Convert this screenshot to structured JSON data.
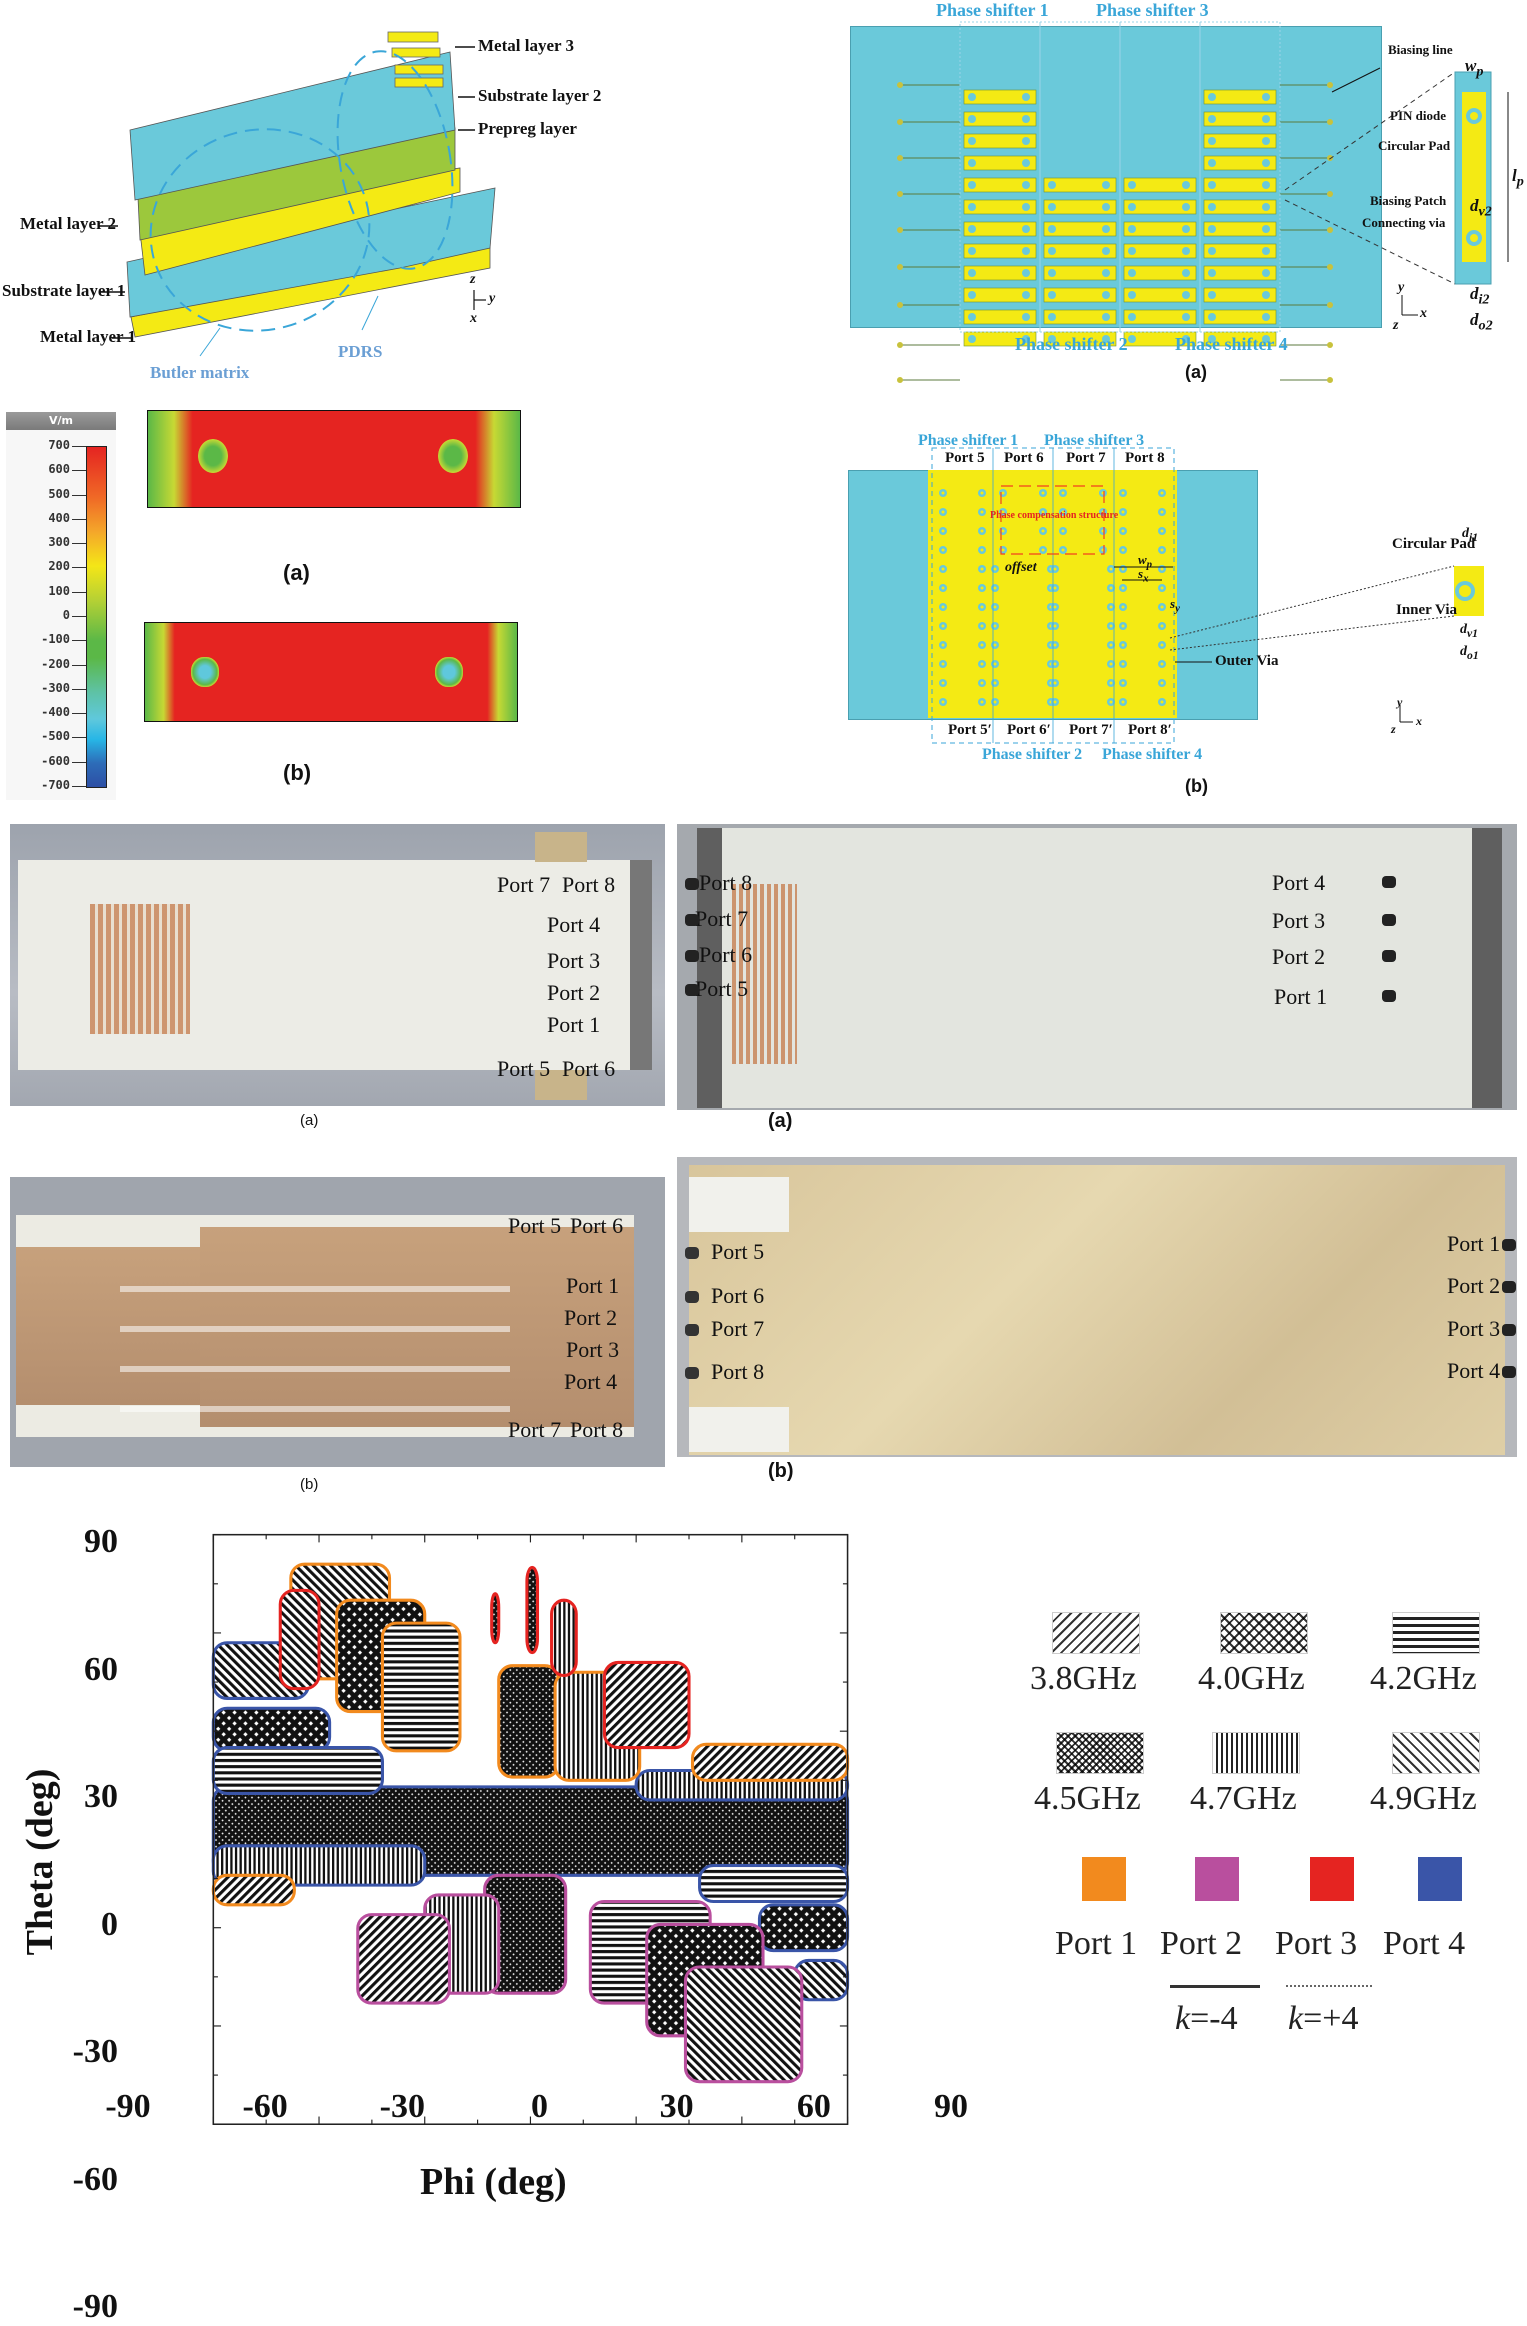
{
  "panel_layers": {
    "labels": {
      "metal3": "Metal layer 3",
      "substrate2": "Substrate layer 2",
      "prepreg": "Prepreg layer",
      "metal2": "Metal layer 2",
      "substrate1": "Substrate layer 1",
      "metal1": "Metal layer 1",
      "butler": "Butler matrix",
      "pdrs": "PDRS"
    },
    "axes": {
      "z": "z",
      "y": "y",
      "x": "x"
    }
  },
  "panel_phase_a": {
    "labels": {
      "ps1": "Phase shifter 1",
      "ps2": "Phase shifter 2",
      "ps3": "Phase shifter 3",
      "ps4": "Phase shifter 4",
      "biasing_line": "Biasing line",
      "pin_diode": "PIN diode",
      "circular_pad": "Circular Pad",
      "biasing_patch": "Biasing Patch",
      "connecting_via": "Connecting via",
      "wp": "w",
      "wp_sub": "p",
      "lp": "l",
      "lp_sub": "p",
      "dv2": "d",
      "dv2_sub": "v2",
      "di2": "d",
      "di2_sub": "i2",
      "do2": "d",
      "do2_sub": "o2"
    },
    "axes": {
      "y": "y",
      "x": "x",
      "z": "z"
    },
    "caption": "(a)"
  },
  "panel_field": {
    "colorbar_header": "V/m",
    "colorbar_ticks": [
      "700",
      "600",
      "500",
      "400",
      "300",
      "200",
      "100",
      "0",
      "-100",
      "-200",
      "-300",
      "-400",
      "-500",
      "-600",
      "-700"
    ],
    "colors": {
      "max": "#e52421",
      "mid": "#5bb847",
      "min": "#2d4fa5"
    },
    "caption_a": "(a)",
    "caption_b": "(b)"
  },
  "panel_phase_b": {
    "labels": {
      "ps1": "Phase shifter 1",
      "ps3": "Phase shifter 3",
      "ps2": "Phase shifter 2",
      "ps4": "Phase shifter 4",
      "top_ports": [
        "Port 5",
        "Port 6",
        "Port 7",
        "Port 8"
      ],
      "bottom_ports": [
        "Port 5′",
        "Port 6′",
        "Port 7′",
        "Port 8′"
      ],
      "phase_comp": "Phase compensation structure",
      "offset": "offset",
      "wp": "w",
      "wp_sub": "p",
      "sx": "s",
      "sx_sub": "x",
      "sy": "s",
      "sy_sub": "y",
      "circular_pad": "Circular Pad",
      "inner_via": "Inner Via",
      "outer_via": "Outer Via",
      "di1": "d",
      "di1_sub": "i1",
      "dv1": "d",
      "dv1_sub": "v1",
      "do1": "d",
      "do1_sub": "o1"
    },
    "axes": {
      "y": "y",
      "x": "x",
      "z": "z"
    },
    "caption": "(b)"
  },
  "photos": {
    "top_left": {
      "ports": {
        "p7": "Port 7",
        "p8": "Port 8",
        "p4": "Port 4",
        "p3": "Port 3",
        "p2": "Port 2",
        "p1": "Port 1",
        "p5": "Port 5",
        "p6": "Port 6"
      },
      "caption": "(a)"
    },
    "top_right": {
      "ports_left": [
        "Port 8",
        "Port 7",
        "Port 6",
        "Port 5"
      ],
      "ports_right": [
        "Port 4",
        "Port 3",
        "Port 2",
        "Port 1"
      ],
      "caption": "(a)"
    },
    "bottom_left": {
      "ports": {
        "p5": "Port 5",
        "p6": "Port 6",
        "p1": "Port 1",
        "p2": "Port 2",
        "p3": "Port 3",
        "p4": "Port 4",
        "p7": "Port 7",
        "p8": "Port 8"
      },
      "caption": "(b)"
    },
    "bottom_right": {
      "ports_left": [
        "Port 5",
        "Port 6",
        "Port 7",
        "Port 8"
      ],
      "ports_right": [
        "Port 1",
        "Port 2",
        "Port 3",
        "Port 4"
      ],
      "caption": "(b)"
    }
  },
  "chart_data": {
    "type": "scatter",
    "title": "",
    "xlabel": "Phi (deg)",
    "ylabel": "Theta (deg)",
    "xlim": [
      -90,
      90
    ],
    "ylim": [
      -90,
      90
    ],
    "x_ticks": [
      "-90",
      "-60",
      "-30",
      "0",
      "30",
      "60",
      "90"
    ],
    "y_ticks": [
      "90",
      "60",
      "30",
      "0",
      "-30",
      "-60",
      "-90"
    ],
    "grid": false,
    "legend_position": "right",
    "frequency_legend": [
      {
        "label": "3.8GHz",
        "pattern": "diagonal-forward"
      },
      {
        "label": "4.0GHz",
        "pattern": "crosshatch"
      },
      {
        "label": "4.2GHz",
        "pattern": "horizontal"
      },
      {
        "label": "4.5GHz",
        "pattern": "dense-crosshatch"
      },
      {
        "label": "4.7GHz",
        "pattern": "vertical"
      },
      {
        "label": "4.9GHz",
        "pattern": "diagonal-backward"
      }
    ],
    "port_legend": [
      {
        "label": "Port 1",
        "color": "#f28a1e"
      },
      {
        "label": "Port 2",
        "color": "#b94f9e"
      },
      {
        "label": "Port 3",
        "color": "#e52421"
      },
      {
        "label": "Port 4",
        "color": "#3a55a8"
      }
    ],
    "line_legend": [
      {
        "label": "k=-4",
        "k": "k",
        "val": "=-4",
        "style": "solid"
      },
      {
        "label": "k=+4",
        "k": "k",
        "val": "=+4",
        "style": "dotted"
      }
    ],
    "regions": [
      {
        "port": "Port 4",
        "freq": "4.5GHz",
        "phi_range": [
          -90,
          90
        ],
        "theta_range": [
          -14,
          13
        ]
      },
      {
        "port": "Port 4",
        "freq": "3.8GHz",
        "phi_range": [
          -90,
          -63
        ],
        "theta_range": [
          40,
          57
        ]
      },
      {
        "port": "Port 4",
        "freq": "4.0GHz",
        "phi_range": [
          -90,
          -57
        ],
        "theta_range": [
          24,
          37
        ]
      },
      {
        "port": "Port 4",
        "freq": "4.2GHz",
        "phi_range": [
          -90,
          -42
        ],
        "theta_range": [
          11,
          25
        ]
      },
      {
        "port": "Port 4",
        "freq": "4.7GHz",
        "phi_range": [
          -90,
          -30
        ],
        "theta_range": [
          -17,
          -5
        ]
      },
      {
        "port": "Port 4",
        "freq": "4.7GHz",
        "phi_range": [
          30,
          90
        ],
        "theta_range": [
          9,
          18
        ]
      },
      {
        "port": "Port 4",
        "freq": "4.2GHz",
        "phi_range": [
          48,
          90
        ],
        "theta_range": [
          -22,
          -11
        ]
      },
      {
        "port": "Port 4",
        "freq": "4.0GHz",
        "phi_range": [
          65,
          90
        ],
        "theta_range": [
          -37,
          -23
        ]
      },
      {
        "port": "Port 4",
        "freq": "3.8GHz",
        "phi_range": [
          75,
          90
        ],
        "theta_range": [
          -52,
          -40
        ]
      },
      {
        "port": "Port 1",
        "freq": "3.8GHz",
        "phi_range": [
          -68,
          -40
        ],
        "theta_range": [
          46,
          81
        ]
      },
      {
        "port": "Port 1",
        "freq": "4.0GHz",
        "phi_range": [
          -55,
          -30
        ],
        "theta_range": [
          36,
          70
        ]
      },
      {
        "port": "Port 1",
        "freq": "4.2GHz",
        "phi_range": [
          -42,
          -20
        ],
        "theta_range": [
          24,
          63
        ]
      },
      {
        "port": "Port 1",
        "freq": "4.5GHz",
        "phi_range": [
          -9,
          8
        ],
        "theta_range": [
          16,
          50
        ]
      },
      {
        "port": "Port 1",
        "freq": "4.7GHz",
        "phi_range": [
          7,
          31
        ],
        "theta_range": [
          15,
          48
        ]
      },
      {
        "port": "Port 1",
        "freq": "4.9GHz",
        "phi_range": [
          46,
          90
        ],
        "theta_range": [
          15,
          26
        ]
      },
      {
        "port": "Port 1",
        "freq": "4.9GHz",
        "phi_range": [
          -90,
          -67
        ],
        "theta_range": [
          -23,
          -14
        ]
      },
      {
        "port": "Port 3",
        "freq": "3.8GHz",
        "phi_range": [
          -71,
          -60
        ],
        "theta_range": [
          43,
          73
        ]
      },
      {
        "port": "Port 3",
        "freq": "4.5GHz",
        "phi_range": [
          -11,
          -9
        ],
        "theta_range": [
          57,
          72
        ]
      },
      {
        "port": "Port 3",
        "freq": "4.5GHz",
        "phi_range": [
          -1,
          2
        ],
        "theta_range": [
          54,
          80
        ]
      },
      {
        "port": "Port 3",
        "freq": "4.7GHz",
        "phi_range": [
          6,
          13
        ],
        "theta_range": [
          47,
          70
        ]
      },
      {
        "port": "Port 3",
        "freq": "4.9GHz",
        "phi_range": [
          21,
          45
        ],
        "theta_range": [
          25,
          51
        ]
      },
      {
        "port": "Port 2",
        "freq": "4.5GHz",
        "phi_range": [
          -13,
          10
        ],
        "theta_range": [
          -50,
          -14
        ]
      },
      {
        "port": "Port 2",
        "freq": "4.7GHz",
        "phi_range": [
          -30,
          -9
        ],
        "theta_range": [
          -50,
          -20
        ]
      },
      {
        "port": "Port 2",
        "freq": "4.9GHz",
        "phi_range": [
          -49,
          -23
        ],
        "theta_range": [
          -53,
          -26
        ]
      },
      {
        "port": "Port 2",
        "freq": "4.2GHz",
        "phi_range": [
          17,
          51
        ],
        "theta_range": [
          -53,
          -22
        ]
      },
      {
        "port": "Port 2",
        "freq": "4.0GHz",
        "phi_range": [
          33,
          66
        ],
        "theta_range": [
          -63,
          -29
        ]
      },
      {
        "port": "Port 2",
        "freq": "3.8GHz",
        "phi_range": [
          44,
          77
        ],
        "theta_range": [
          -77,
          -42
        ]
      }
    ]
  }
}
